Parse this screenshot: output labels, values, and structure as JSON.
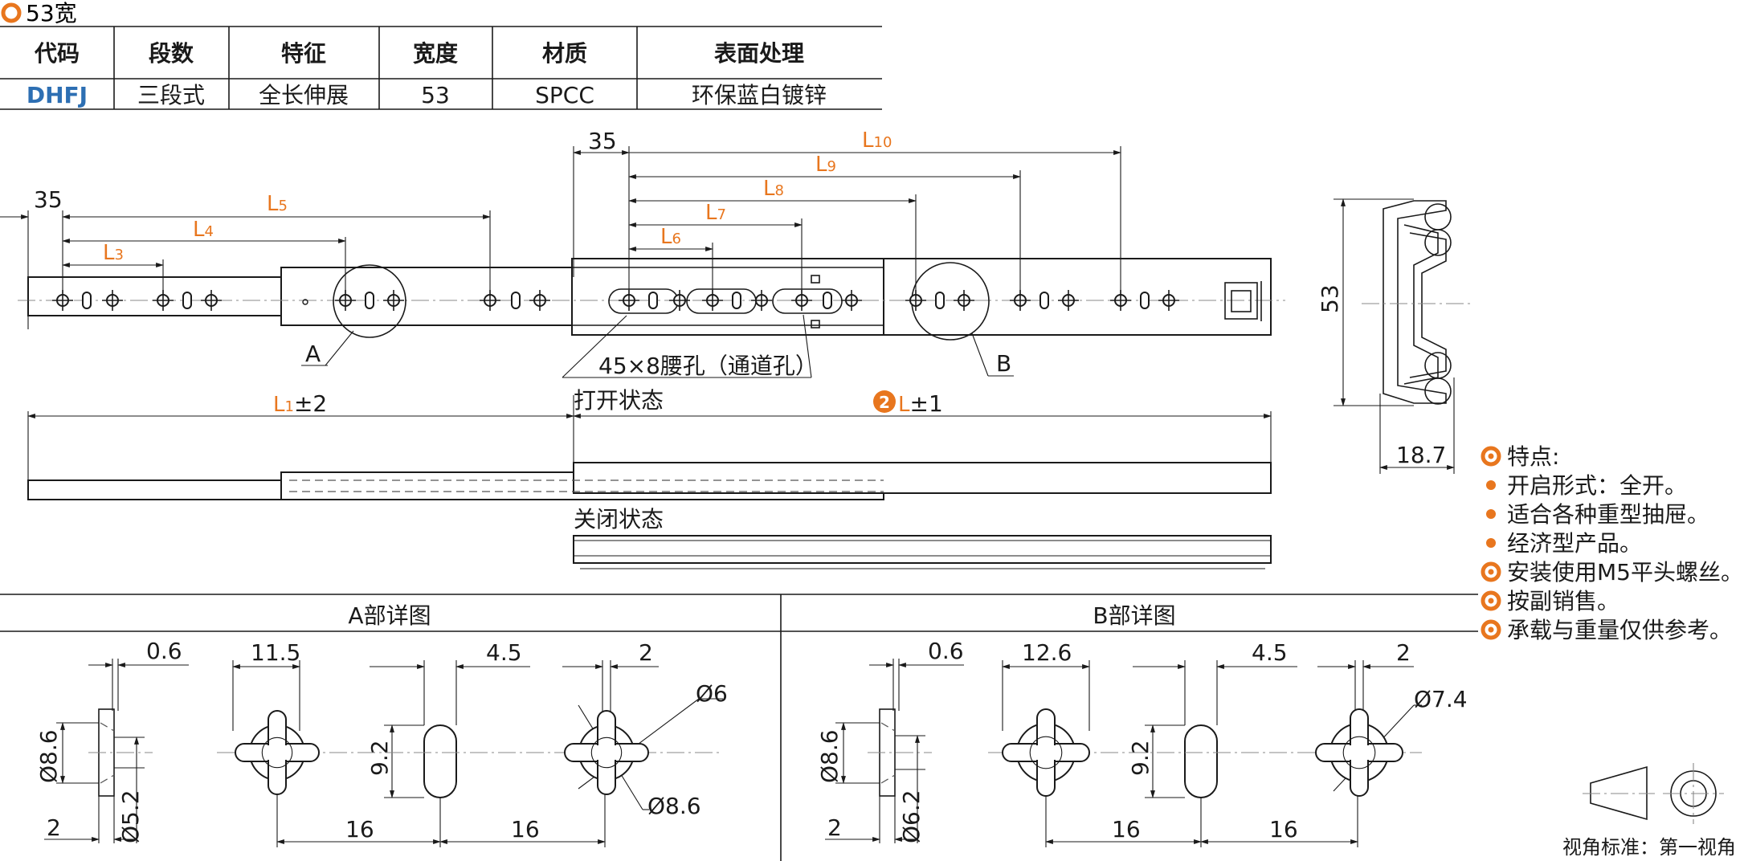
{
  "header": {
    "title": "53宽"
  },
  "spec_table": {
    "columns": [
      "代码",
      "段数",
      "特征",
      "宽度",
      "材质",
      "表面处理"
    ],
    "row": [
      "DHFJ",
      "三段式",
      "全长伸展",
      "53",
      "SPCC",
      "环保蓝白镀锌"
    ]
  },
  "top_dims": {
    "left_35": "35",
    "mid_35": "35",
    "L1": "L",
    "L1_sub": "1",
    "L1_tol": "±2",
    "L": "L",
    "L_tol": "±1",
    "L_badge": "2",
    "L_sub": [
      "3",
      "4",
      "5",
      "6",
      "7",
      "8",
      "9",
      "10"
    ]
  },
  "callouts": {
    "A": "A",
    "B": "B",
    "slot_note": "45×8腰孔（通道孔）",
    "open_state": "打开状态",
    "closed_state": "关闭状态"
  },
  "end_view": {
    "height": "53",
    "width": "18.7"
  },
  "features": {
    "title": "特点:",
    "items": [
      {
        "type": "bullet",
        "text": "开启形式：全开。"
      },
      {
        "type": "bullet",
        "text": "适合各种重型抽屉。"
      },
      {
        "type": "bullet",
        "text": "经济型产品。"
      },
      {
        "type": "ring",
        "text": "安装使用M5平头螺丝。"
      },
      {
        "type": "ring",
        "text": "按副销售。"
      },
      {
        "type": "ring",
        "text": "承载与重量仅供参考。"
      }
    ]
  },
  "detail_A": {
    "title": "A部详图",
    "d_0_6": "0.6",
    "d_11_5": "11.5",
    "d_4_5": "4.5",
    "d_2_top": "2",
    "d_phi6": "Ø6",
    "d_phi8_6_side": "Ø8.6",
    "d_phi5_2": "Ø5.2",
    "d_9_2": "9.2",
    "d_2_bot": "2",
    "d_16a": "16",
    "d_16b": "16",
    "d_phi8_6": "Ø8.6"
  },
  "detail_B": {
    "title": "B部详图",
    "d_0_6": "0.6",
    "d_12_6": "12.6",
    "d_4_5": "4.5",
    "d_2_top": "2",
    "d_phi7_4": "Ø7.4",
    "d_phi8_6_side": "Ø8.6",
    "d_phi6_2": "Ø6.2",
    "d_9_2": "9.2",
    "d_2_bot": "2",
    "d_16a": "16",
    "d_16b": "16"
  },
  "projection": "视角标准：第一视角",
  "colors": {
    "accent": "#e8761e",
    "code_blue": "#2d6fb3",
    "line": "#1a1a1a"
  }
}
